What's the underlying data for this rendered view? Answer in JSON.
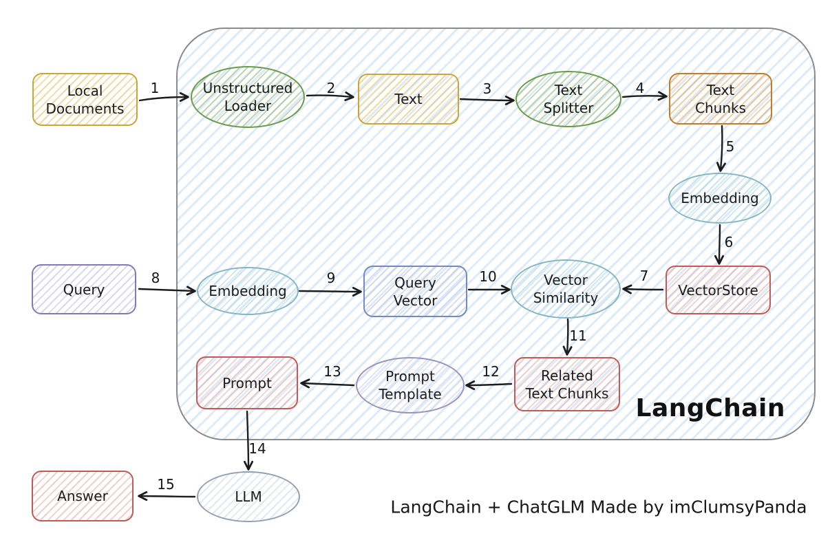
{
  "diagram": {
    "container_label": "LangChain",
    "caption": "LangChain + ChatGLM Made by imClumsyPanda"
  },
  "nodes": {
    "local_documents": "Local\nDocuments",
    "unstructured_loader": "Unstructured\nLoader",
    "text": "Text",
    "text_splitter": "Text\nSplitter",
    "text_chunks": "Text\nChunks",
    "embedding_docs": "Embedding",
    "vectorstore": "VectorStore",
    "query": "Query",
    "embedding_query": "Embedding",
    "query_vector": "Query\nVector",
    "vector_similarity": "Vector\nSimilarity",
    "related_text_chunks": "Related\nText Chunks",
    "prompt_template": "Prompt\nTemplate",
    "prompt": "Prompt",
    "llm": "LLM",
    "answer": "Answer"
  },
  "edges": {
    "e1": {
      "label": "1",
      "from": "local_documents",
      "to": "unstructured_loader"
    },
    "e2": {
      "label": "2",
      "from": "unstructured_loader",
      "to": "text"
    },
    "e3": {
      "label": "3",
      "from": "text",
      "to": "text_splitter"
    },
    "e4": {
      "label": "4",
      "from": "text_splitter",
      "to": "text_chunks"
    },
    "e5": {
      "label": "5",
      "from": "text_chunks",
      "to": "embedding_docs"
    },
    "e6": {
      "label": "6",
      "from": "embedding_docs",
      "to": "vectorstore"
    },
    "e7": {
      "label": "7",
      "from": "vectorstore",
      "to": "vector_similarity"
    },
    "e8": {
      "label": "8",
      "from": "query",
      "to": "embedding_query"
    },
    "e9": {
      "label": "9",
      "from": "embedding_query",
      "to": "query_vector"
    },
    "e10": {
      "label": "10",
      "from": "query_vector",
      "to": "vector_similarity"
    },
    "e11": {
      "label": "11",
      "from": "vector_similarity",
      "to": "related_text_chunks"
    },
    "e12": {
      "label": "12",
      "from": "related_text_chunks",
      "to": "prompt_template"
    },
    "e13": {
      "label": "13",
      "from": "prompt_template",
      "to": "prompt"
    },
    "e14": {
      "label": "14",
      "from": "prompt",
      "to": "llm"
    },
    "e15": {
      "label": "15",
      "from": "llm",
      "to": "answer"
    }
  },
  "colors": {
    "yellow": "#c9a53a",
    "green": "#6a9a4e",
    "orange": "#bf7b2a",
    "teal": "#84b5c1",
    "red": "#bf5a56",
    "purple": "#8678b5",
    "blue": "#7388c4",
    "lavender": "#9a93bd",
    "gray_blue": "#90a0b5",
    "container_fill": "#a8cdec",
    "container_border": "#8a8a8a",
    "arrow": "#1c1c1c"
  }
}
